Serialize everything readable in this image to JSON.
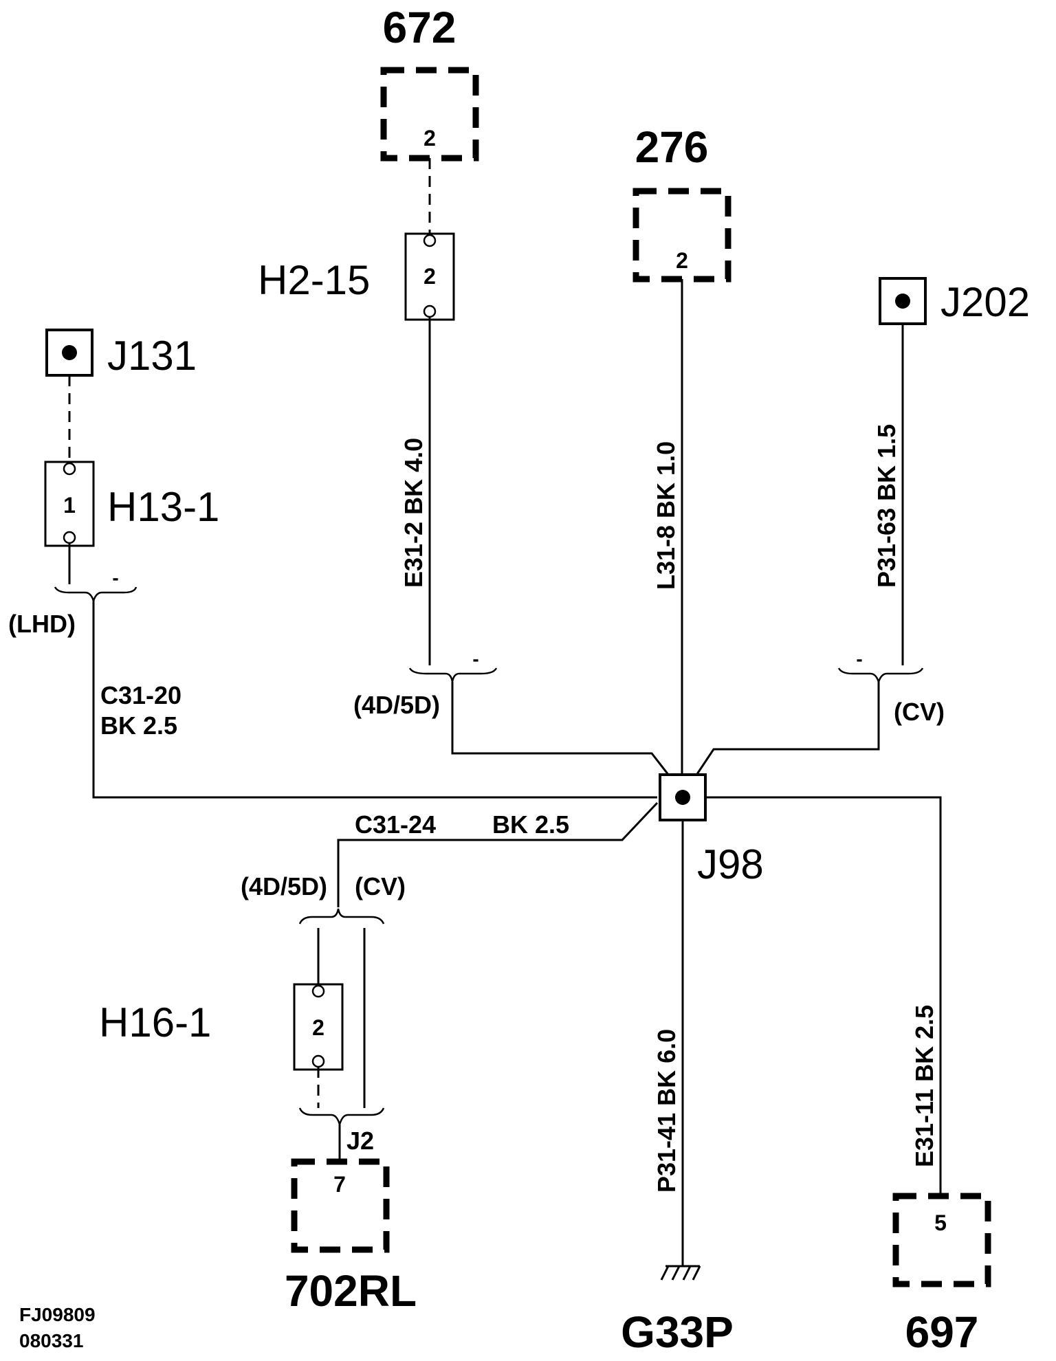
{
  "components": {
    "c672": {
      "label": "672",
      "pin": "2"
    },
    "c276": {
      "label": "276",
      "pin": "2"
    },
    "c702": {
      "label": "702RL",
      "pin": "7"
    },
    "c697": {
      "label": "697",
      "pin": "5"
    }
  },
  "connectors": {
    "h2_15": {
      "label": "H2-15",
      "pin": "2"
    },
    "h13_1": {
      "label": "H13-1",
      "pin": "1"
    },
    "h16_1": {
      "label": "H16-1",
      "pin": "2"
    },
    "j2": {
      "label": "J2"
    }
  },
  "splices": {
    "j131": "J131",
    "j202": "J202",
    "j98": "J98"
  },
  "ground": {
    "label": "G33P"
  },
  "wires": {
    "e31_2": "E31-2  BK   4.0",
    "l31_8": "L31-8 BK   1.0",
    "p31_63": "P31-63  BK   1.5",
    "c31_20_line1": "C31-20",
    "c31_20_line2": "BK 2.5",
    "c31_24": "C31-24",
    "c31_24_spec": "BK  2.5",
    "p31_41": "P31-41       BK  6.0",
    "e31_11": "E31-11       BK  2.5"
  },
  "options": {
    "lhd": "(LHD)",
    "d45_top": "(4D/5D)",
    "cv_top": "(CV)",
    "d45_bottom": "(4D/5D)",
    "cv_bottom": "(CV)",
    "tick": "-"
  },
  "footer": {
    "code": "FJ09809",
    "date": "080331"
  }
}
